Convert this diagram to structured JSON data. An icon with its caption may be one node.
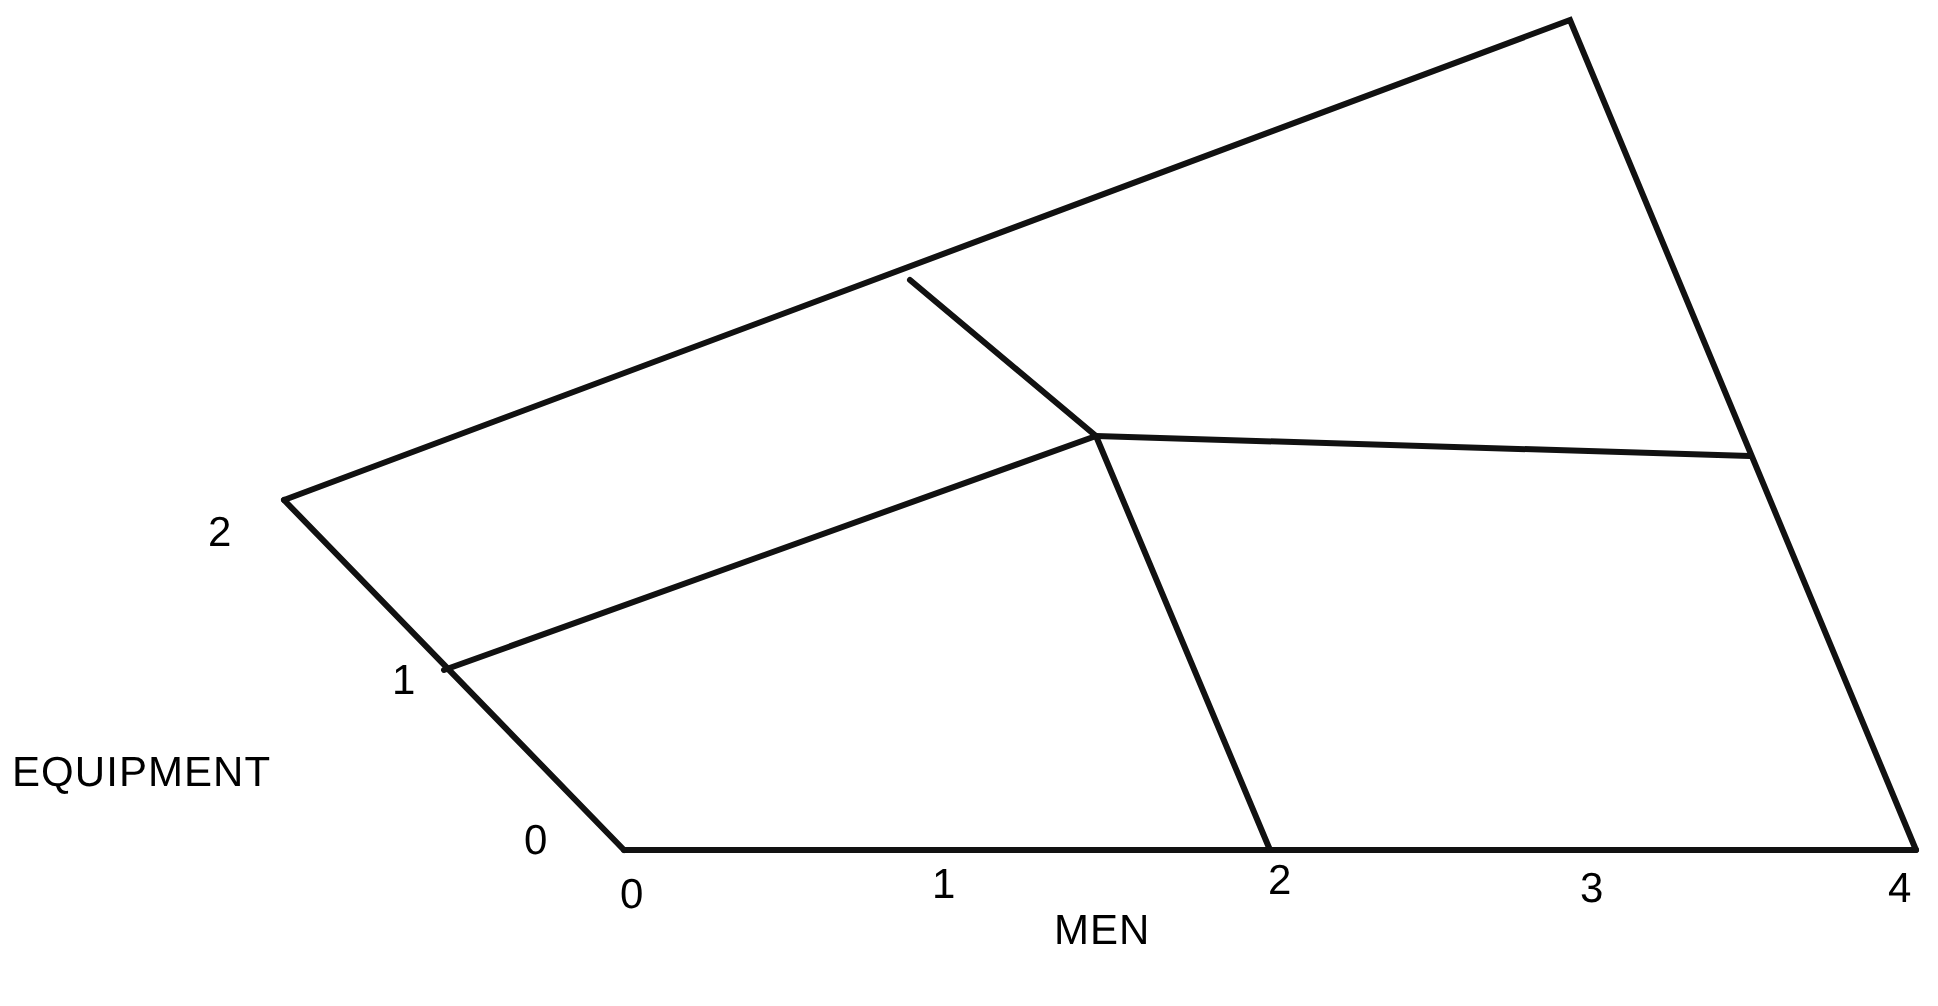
{
  "diagram": {
    "labels": [
      "2",
      "1",
      "EQUIPMENT",
      "0",
      "0",
      "1",
      "2",
      "3",
      "4",
      "MEN"
    ]
  }
}
